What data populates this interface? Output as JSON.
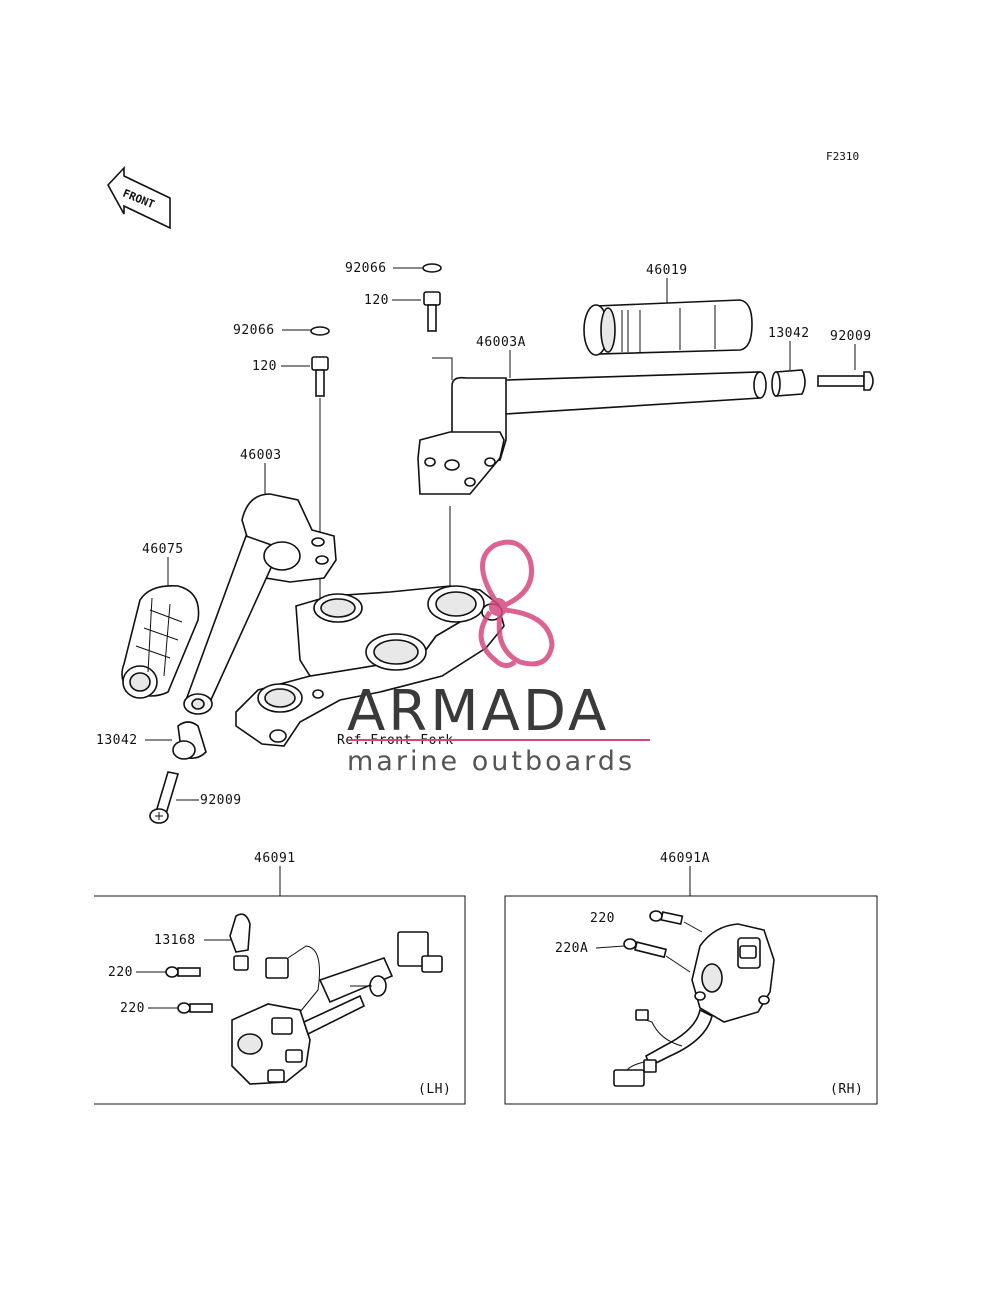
{
  "figure_code": "F2310",
  "front_arrow_label": "FRONT",
  "parts": {
    "p92066_top": "92066",
    "p120_top": "120",
    "p92066_left": "92066",
    "p120_left": "120",
    "p46019": "46019",
    "p46003A": "46003A",
    "p13042_right": "13042",
    "p92009_right": "92009",
    "p46003": "46003",
    "p46075": "46075",
    "p13042_left": "13042",
    "p92009_left": "92009",
    "ref_front_fork": "Ref.Front Fork",
    "p46091": "46091",
    "p46091A": "46091A",
    "p13168": "13168",
    "p220_lh_a": "220",
    "p220_lh_b": "220",
    "p220_rh": "220",
    "p220A_rh": "220A",
    "lh_label": "(LH)",
    "rh_label": "(RH)"
  },
  "watermark": {
    "brand": "ARMADA",
    "tagline": "marine outboards",
    "logo_color": "#d6477f"
  }
}
